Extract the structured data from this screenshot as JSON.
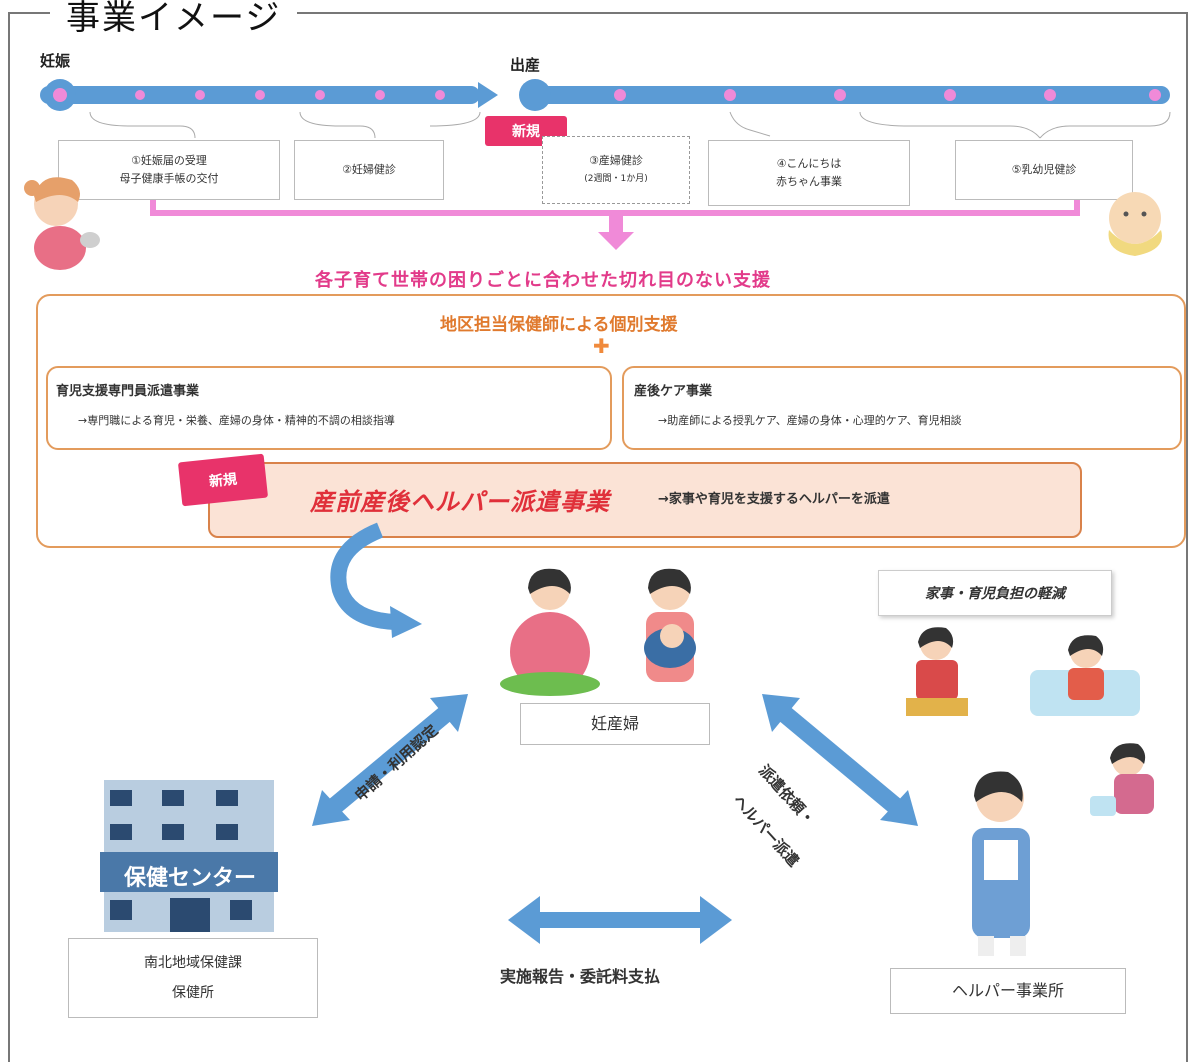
{
  "frame_title": "事業イメージ",
  "timeline": {
    "start_label": "妊娠",
    "birth_label": "出産",
    "new_badge_1": "新規",
    "new_badge_2": "新規",
    "items": [
      {
        "line1": "①妊娠届の受理",
        "line2": "母子健康手帳の交付"
      },
      {
        "line1": "②妊婦健診",
        "line2": ""
      },
      {
        "line1": "③産婦健診",
        "line2": "(2週間・1か月)"
      },
      {
        "line1": "④こんにちは",
        "line2": "赤ちゃん事業"
      },
      {
        "line1": "⑤乳幼児健診",
        "line2": ""
      }
    ]
  },
  "support_heading": "各子育て世帯の困りごとに合わせた切れ目のない支援",
  "district_support": "地区担当保健師による個別支援",
  "plus_sign": "✚",
  "childcare_expert": {
    "title": "育児支援専門員派遣事業",
    "desc": "→専門職による育児・栄養、産婦の身体・精神的不調の相談指導"
  },
  "postnatal_care": {
    "title": "産後ケア事業",
    "desc": "→助産師による授乳ケア、産婦の身体・心理的ケア、育児相談"
  },
  "helper_program": {
    "title": "産前産後ヘルパー派遣事業",
    "desc": "→家事や育児を支援するヘルパーを派遣"
  },
  "burden_bubble": "家事・育児負担の軽減",
  "mother_label": "妊産婦",
  "health_center": {
    "sign": "保健センター",
    "line1": "南北地域保健課",
    "line2": "保健所"
  },
  "left_arrow_label": "申請・利用認定",
  "right_arrow_label_1": "派遣依頼・",
  "right_arrow_label_2": "ヘルパー派遣",
  "bottom_arrow_label": "実施報告・委託料支払",
  "helper_office": "ヘルパー事業所",
  "colors": {
    "timeline_blue": "#5b9bd5",
    "timeline_dot": "#f08ad8",
    "pink": "#e23b8a",
    "orange": "#e39b5c",
    "arrow_blue": "#5b9bd5"
  }
}
